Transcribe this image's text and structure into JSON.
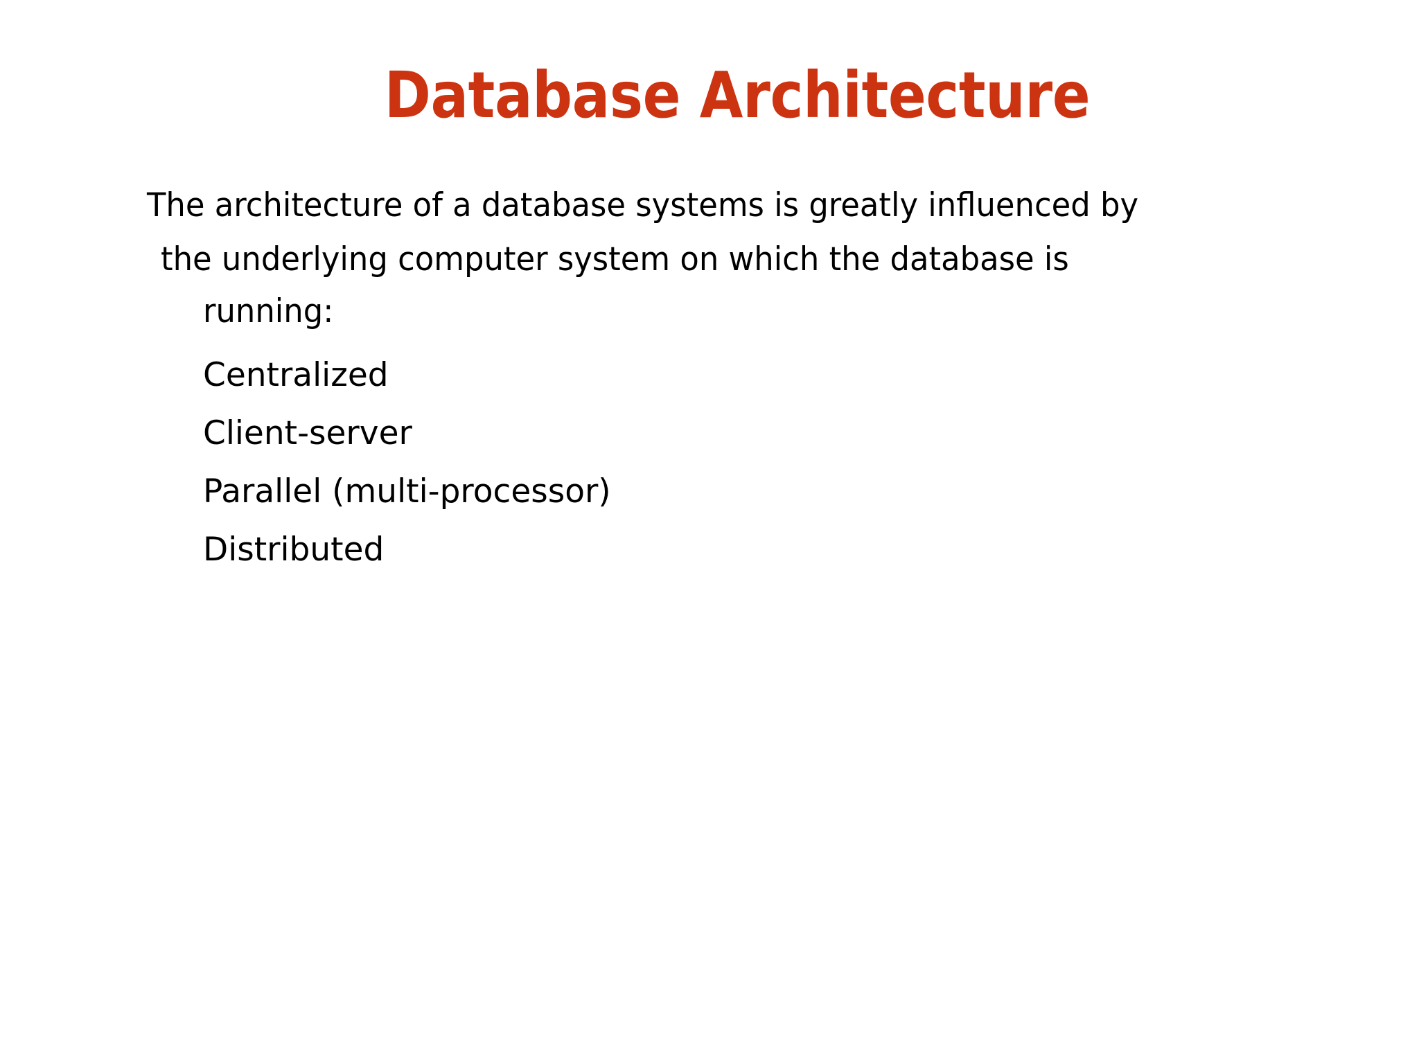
{
  "slide": {
    "title": "Database Architecture",
    "title_color": "#cc3311",
    "background_color": "#ffffff",
    "text_color": "#000000"
  },
  "body": {
    "paragraph_lines": [
      "The architecture of a database systems is greatly influenced by",
      "the underlying computer system on which the database is",
      "running:"
    ],
    "architectures": [
      "Centralized",
      "Client-server",
      "Parallel (multi-processor)",
      "Distributed"
    ]
  }
}
